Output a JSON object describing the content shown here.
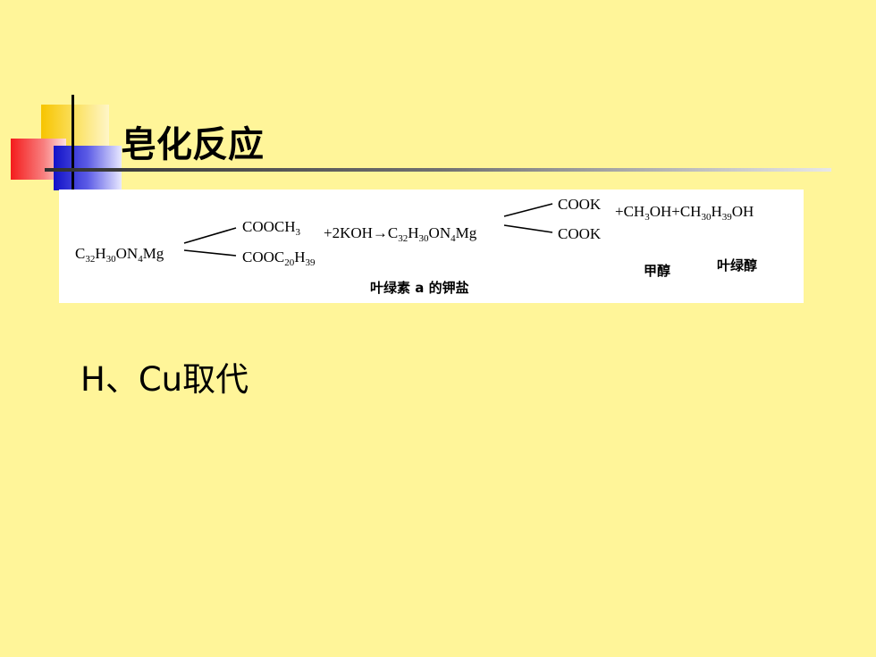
{
  "slide": {
    "title": "皂化反应",
    "subtitle": "H、Cu取代"
  },
  "equation": {
    "reactant": {
      "base": "C",
      "parts": [
        [
          "32",
          "H"
        ],
        [
          "30",
          "ON"
        ],
        [
          "4",
          "Mg"
        ]
      ]
    },
    "ester_top": {
      "text": "COOCH",
      "sub": "3"
    },
    "ester_bottom": {
      "text": "COOC",
      "parts": [
        [
          "20",
          "H"
        ],
        [
          "39",
          ""
        ]
      ]
    },
    "reagent_prefix": "+2KOH→C",
    "product_parts": [
      [
        "32",
        "H"
      ],
      [
        "30",
        "ON"
      ],
      [
        "4",
        "Mg"
      ]
    ],
    "salt_top": "COOK",
    "salt_bottom": "COOK",
    "byproducts": {
      "a": "+CH",
      "b": "3",
      "c": "OH+CH",
      "d": "30",
      "e": "H",
      "f": "39",
      "g": "OH"
    },
    "label_salt": "叶绿素 a 的钾盐",
    "label_methanol": "甲醇",
    "label_phytol": "叶绿醇"
  }
}
